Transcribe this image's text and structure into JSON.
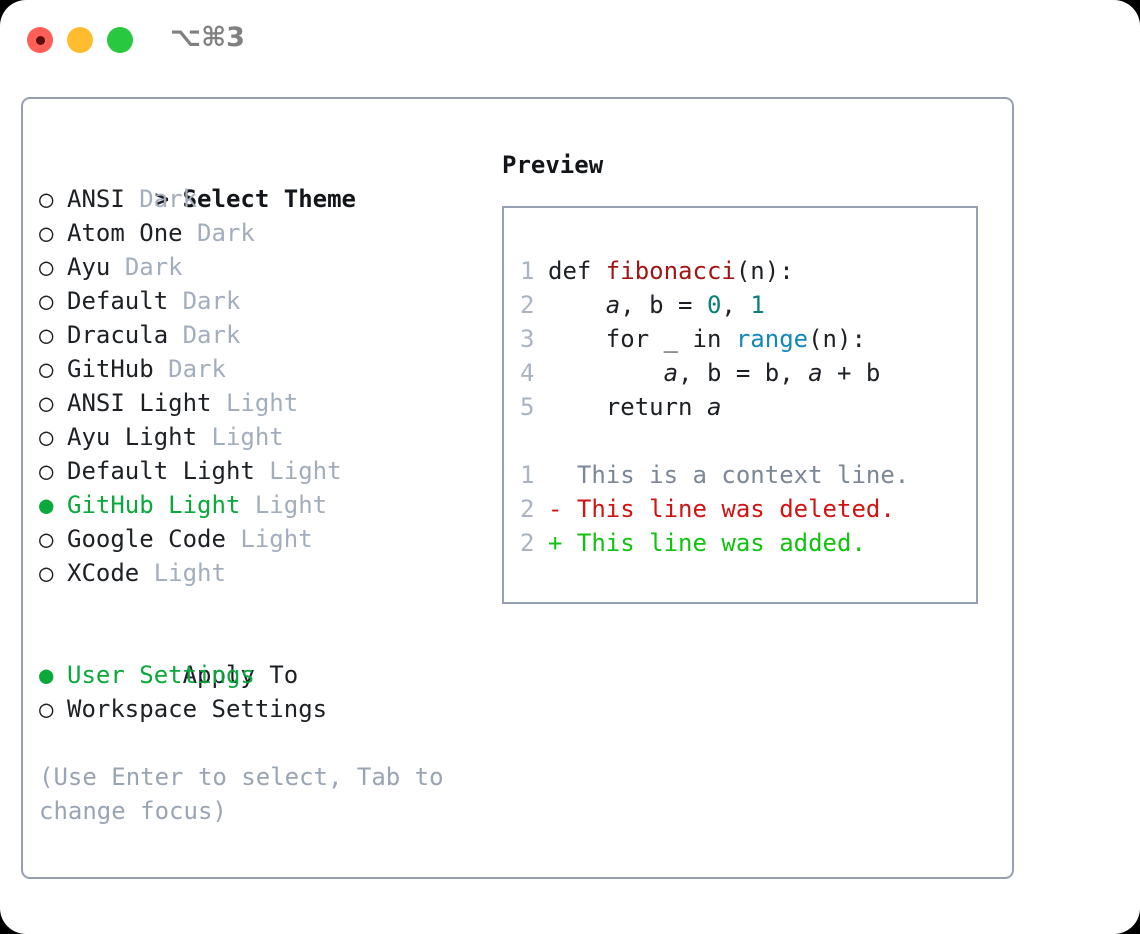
{
  "titlebar": {
    "shortcut": "⌥⌘3",
    "traffic_lights": [
      {
        "name": "close",
        "color": "#ff5f57"
      },
      {
        "name": "minimize",
        "color": "#febc2e"
      },
      {
        "name": "maximize",
        "color": "#28c840"
      }
    ]
  },
  "colors": {
    "accent_green": "#0ba83c",
    "muted": "#a3aebd",
    "border": "#96a0b0",
    "text": "#1d2125",
    "lineno": "#aab4c0",
    "fn_name": "#a31515",
    "number": "#097f79",
    "builtin": "#1288b8",
    "diff_context": "#7b8794",
    "diff_delete": "#cf1414",
    "diff_add": "#11c211"
  },
  "theme_list": {
    "header_prefix": "> ",
    "header": "Select Theme",
    "bullet_unselected": "○ ",
    "bullet_selected": "● ",
    "items": [
      {
        "label": "ANSI",
        "tag": "Dark",
        "selected": false
      },
      {
        "label": "Atom One",
        "tag": "Dark",
        "selected": false
      },
      {
        "label": "Ayu",
        "tag": "Dark",
        "selected": false
      },
      {
        "label": "Default",
        "tag": "Dark",
        "selected": false
      },
      {
        "label": "Dracula",
        "tag": "Dark",
        "selected": false
      },
      {
        "label": "GitHub",
        "tag": "Dark",
        "selected": false
      },
      {
        "label": "ANSI Light",
        "tag": "Light",
        "selected": false
      },
      {
        "label": "Ayu Light",
        "tag": "Light",
        "selected": false
      },
      {
        "label": "Default Light",
        "tag": "Light",
        "selected": false
      },
      {
        "label": "GitHub Light",
        "tag": "Light",
        "selected": true
      },
      {
        "label": "Google Code",
        "tag": "Light",
        "selected": false
      },
      {
        "label": "XCode",
        "tag": "Light",
        "selected": false
      }
    ]
  },
  "apply_to": {
    "header": "Apply To",
    "items": [
      {
        "label": "User Settings",
        "selected": true
      },
      {
        "label": "Workspace Settings",
        "selected": false
      }
    ]
  },
  "hint": "(Use Enter to select, Tab to change focus)",
  "preview": {
    "title": "Preview",
    "code_lines": [
      {
        "n": "1",
        "tokens": [
          {
            "t": "def ",
            "c": "kw-def"
          },
          {
            "t": "fibonacci",
            "c": "fn-name"
          },
          {
            "t": "(n):",
            "c": "kw-def"
          }
        ]
      },
      {
        "n": "2",
        "tokens": [
          {
            "t": "    ",
            "c": "kw-def"
          },
          {
            "t": "a",
            "c": "ident-it"
          },
          {
            "t": ", b = ",
            "c": "kw-def"
          },
          {
            "t": "0",
            "c": "num"
          },
          {
            "t": ", ",
            "c": "kw-def"
          },
          {
            "t": "1",
            "c": "num"
          }
        ]
      },
      {
        "n": "3",
        "tokens": [
          {
            "t": "    for _ in ",
            "c": "kw-def"
          },
          {
            "t": "range",
            "c": "builtin"
          },
          {
            "t": "(n):",
            "c": "kw-def"
          }
        ]
      },
      {
        "n": "4",
        "tokens": [
          {
            "t": "        ",
            "c": "kw-def"
          },
          {
            "t": "a",
            "c": "ident-it"
          },
          {
            "t": ", b = b, ",
            "c": "kw-def"
          },
          {
            "t": "a",
            "c": "ident-it"
          },
          {
            "t": " + b",
            "c": "kw-def"
          }
        ]
      },
      {
        "n": "5",
        "tokens": [
          {
            "t": "    return ",
            "c": "kw-def"
          },
          {
            "t": "a",
            "c": "ident-it"
          }
        ]
      }
    ],
    "diff_lines": [
      {
        "n": "1",
        "marker": "  ",
        "text": "This is a context line.",
        "kind": "diff-ctx"
      },
      {
        "n": "2",
        "marker": "- ",
        "text": "This line was deleted.",
        "kind": "diff-del"
      },
      {
        "n": "2",
        "marker": "+ ",
        "text": "This line was added.",
        "kind": "diff-add"
      }
    ]
  }
}
